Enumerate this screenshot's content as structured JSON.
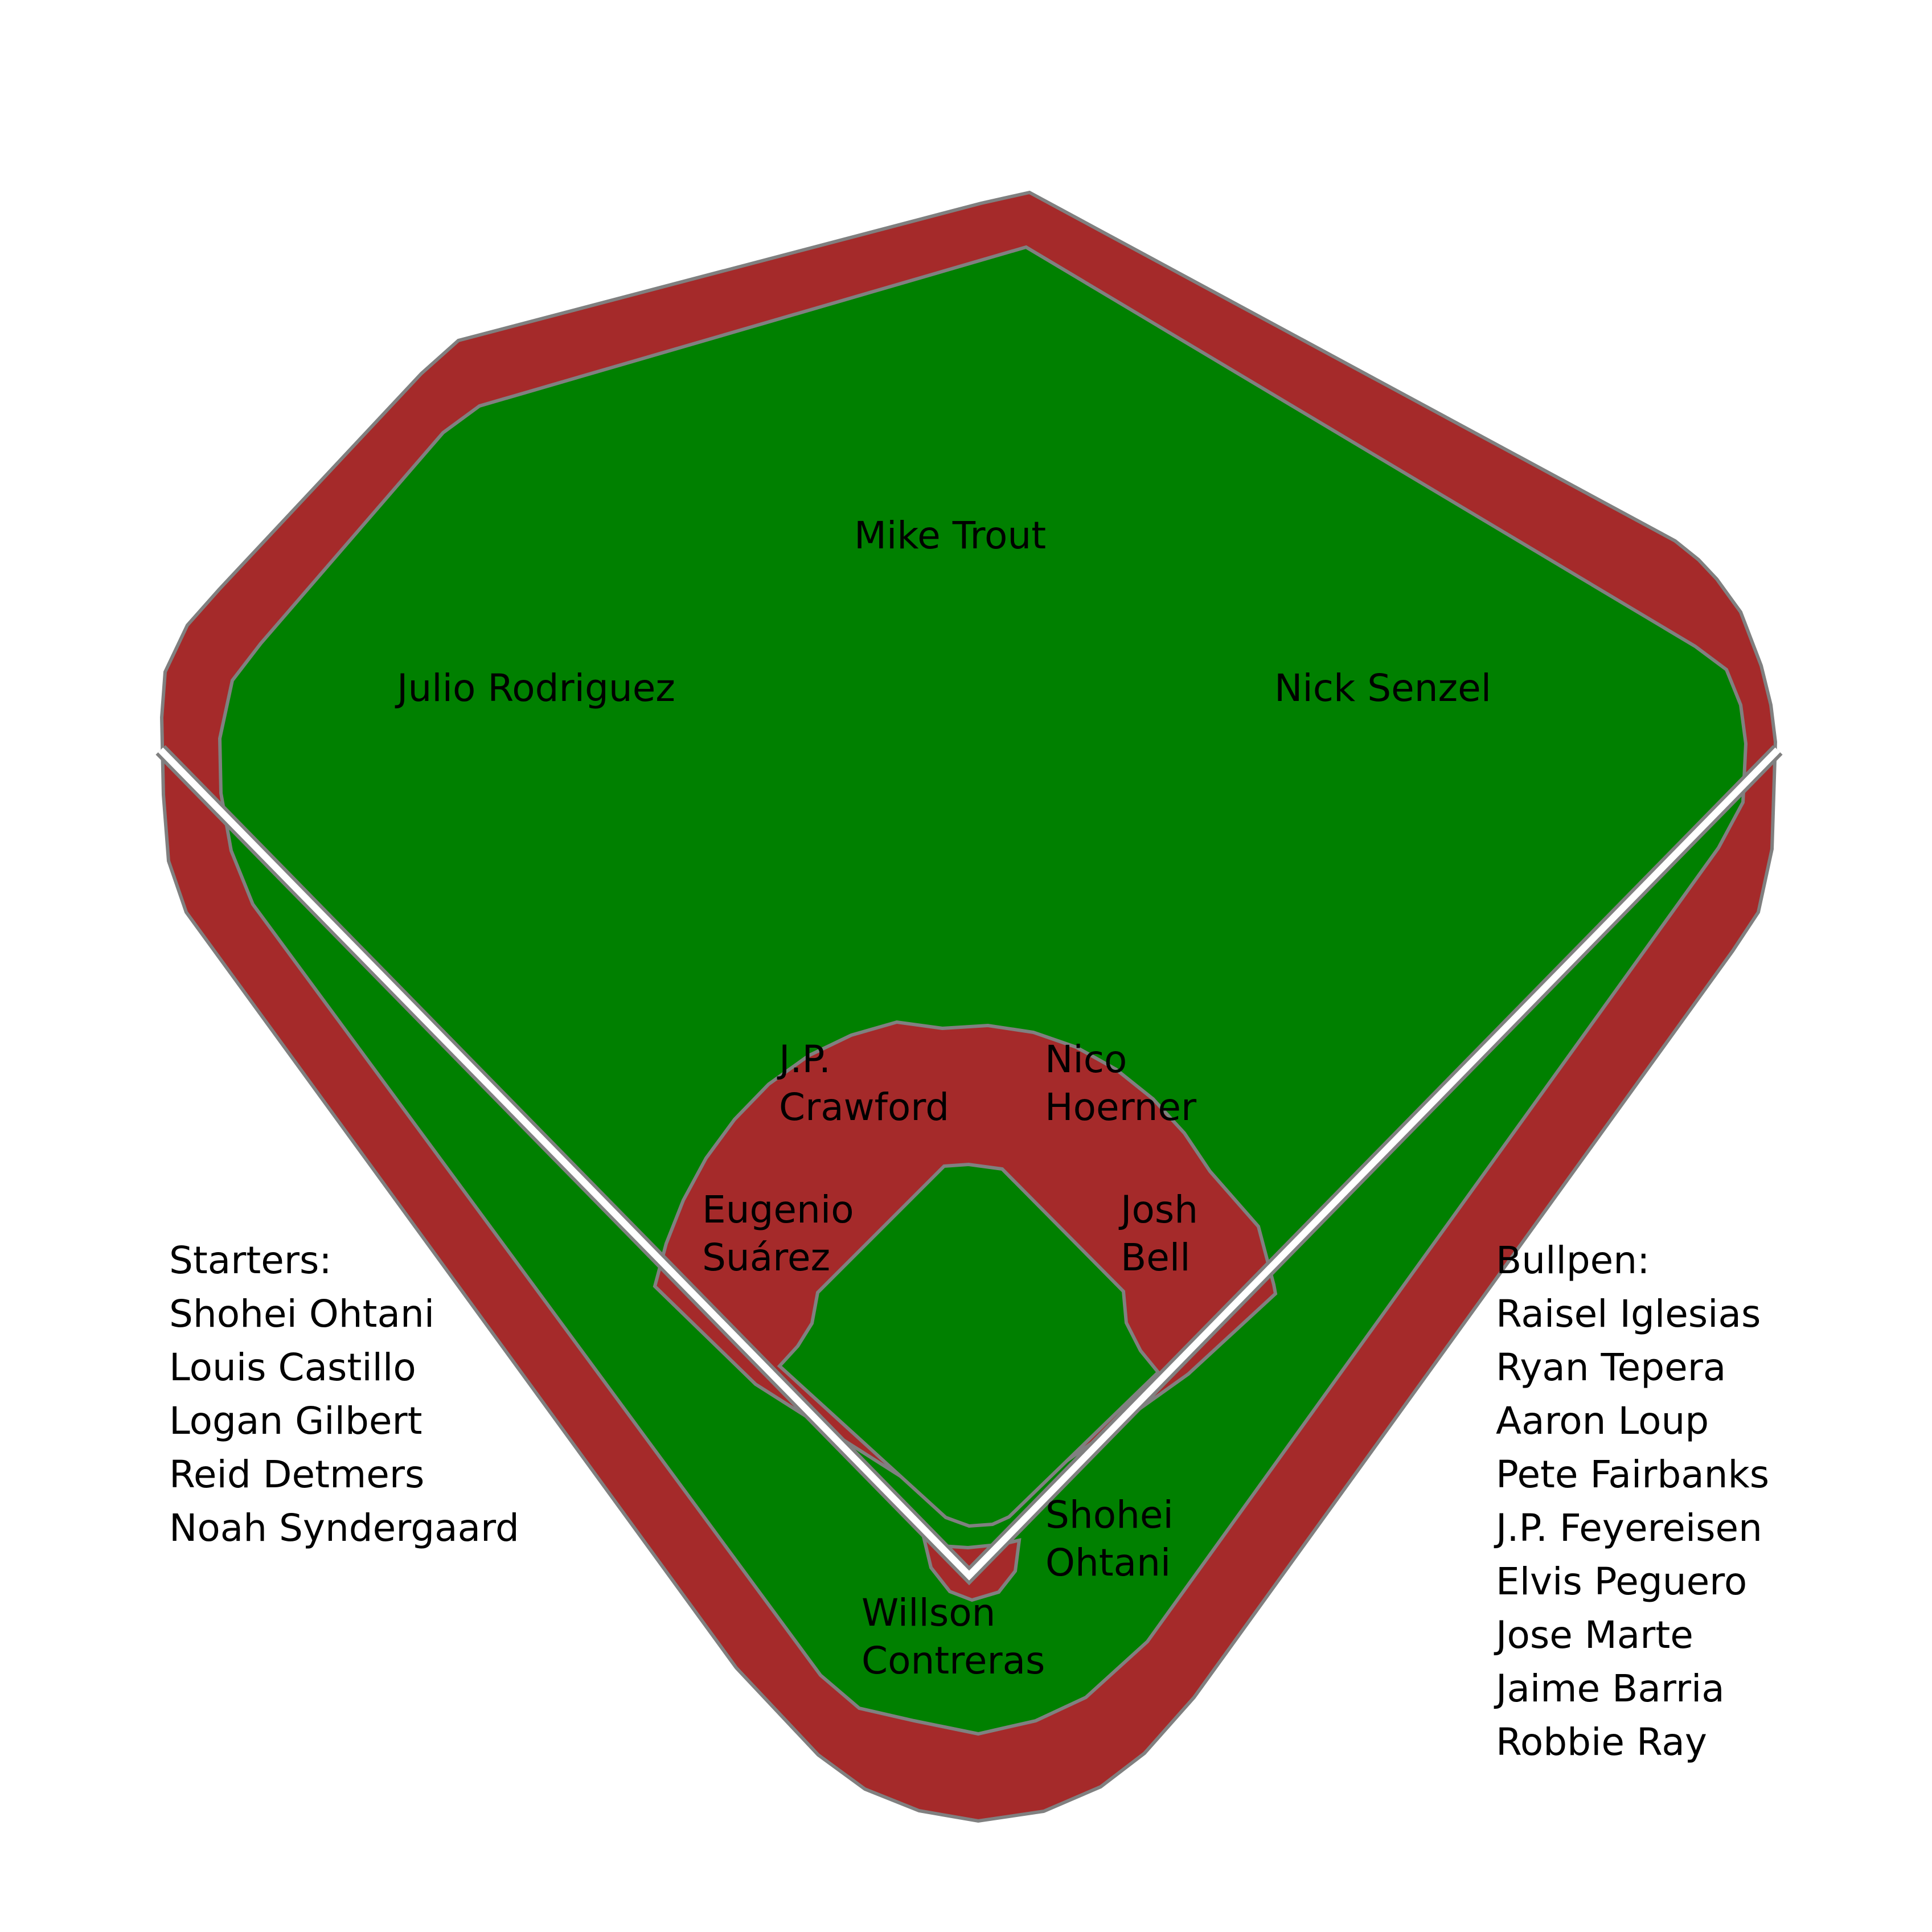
{
  "positions": {
    "center_field": "Mike Trout",
    "left_field": "Julio Rodriguez",
    "right_field": "Nick Senzel",
    "shortstop": [
      "J.P.",
      "Crawford"
    ],
    "second_base": [
      "Nico",
      "Hoerner"
    ],
    "third_base": [
      "Eugenio",
      "Suárez"
    ],
    "first_base": [
      "Josh",
      "Bell"
    ],
    "pitcher": [
      "Shohei",
      "Ohtani"
    ],
    "catcher": [
      "Willson",
      "Contreras"
    ]
  },
  "starters": {
    "heading": "Starters:",
    "names": [
      "Shohei Ohtani",
      "Louis Castillo",
      "Logan Gilbert",
      "Reid Detmers",
      "Noah Syndergaard"
    ]
  },
  "bullpen": {
    "heading": "Bullpen:",
    "names": [
      "Raisel Iglesias",
      "Ryan Tepera",
      "Aaron Loup",
      "Pete Fairbanks",
      "J.P. Feyereisen",
      "Elvis Peguero",
      "Jose Marte",
      "Jaime Barria",
      "Robbie Ray"
    ]
  },
  "colors": {
    "dirt": "#a52a2a",
    "grass": "#008000",
    "outline": "#808080",
    "foul_line": "#ffffff"
  }
}
